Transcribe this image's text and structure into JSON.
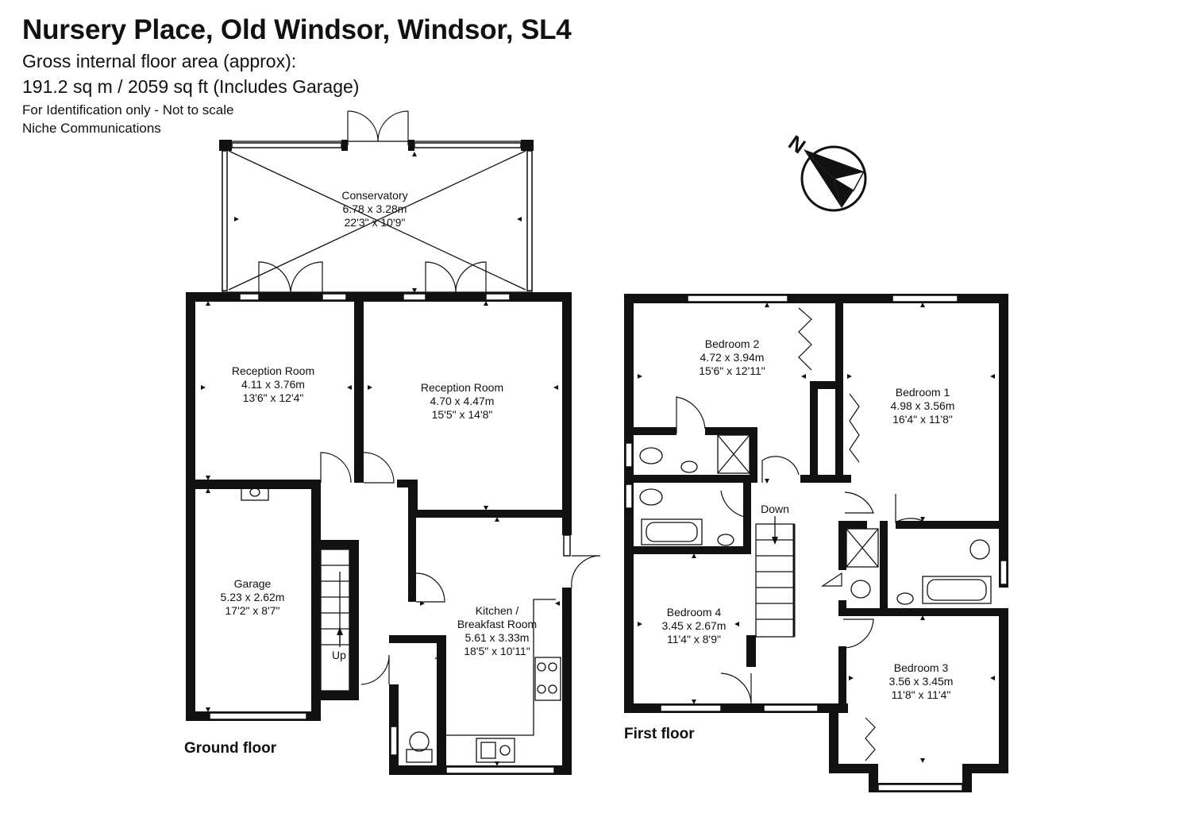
{
  "header": {
    "title": "Nursery Place, Old Windsor, Windsor, SL4",
    "area_label": "Gross internal floor area (approx):",
    "area_value": "191.2 sq m / 2059 sq ft (Includes Garage)",
    "disclaimer": "For Identification only - Not to scale",
    "company": "Niche Communications"
  },
  "compass": {
    "label": "N",
    "icon": "north-arrow-compass-icon"
  },
  "floors": {
    "ground": {
      "label": "Ground floor",
      "up_label": "Up",
      "rooms": {
        "conservatory": {
          "name": "Conservatory",
          "metric": "6.78 x 3.28m",
          "imperial": "22'3\" x 10'9\""
        },
        "reception_left": {
          "name": "Reception Room",
          "metric": "4.11 x 3.76m",
          "imperial": "13'6\" x 12'4\""
        },
        "reception_right": {
          "name": "Reception Room",
          "metric": "4.70 x 4.47m",
          "imperial": "15'5\" x 14'8\""
        },
        "garage": {
          "name": "Garage",
          "metric": "5.23 x 2.62m",
          "imperial": "17'2\" x 8'7\""
        },
        "kitchen": {
          "name_line1": "Kitchen /",
          "name_line2": "Breakfast Room",
          "metric": "5.61 x 3.33m",
          "imperial": "18'5\" x 10'11\""
        }
      }
    },
    "first": {
      "label": "First floor",
      "down_label": "Down",
      "rooms": {
        "bedroom2": {
          "name": "Bedroom 2",
          "metric": "4.72 x 3.94m",
          "imperial": "15'6\" x 12'11\""
        },
        "bedroom1": {
          "name": "Bedroom 1",
          "metric": "4.98 x 3.56m",
          "imperial": "16'4\" x 11'8\""
        },
        "bedroom4": {
          "name": "Bedroom 4",
          "metric": "3.45 x 2.67m",
          "imperial": "11'4\" x 8'9\""
        },
        "bedroom3": {
          "name": "Bedroom 3",
          "metric": "3.56 x 3.45m",
          "imperial": "11'8\" x 11'4\""
        }
      }
    }
  }
}
